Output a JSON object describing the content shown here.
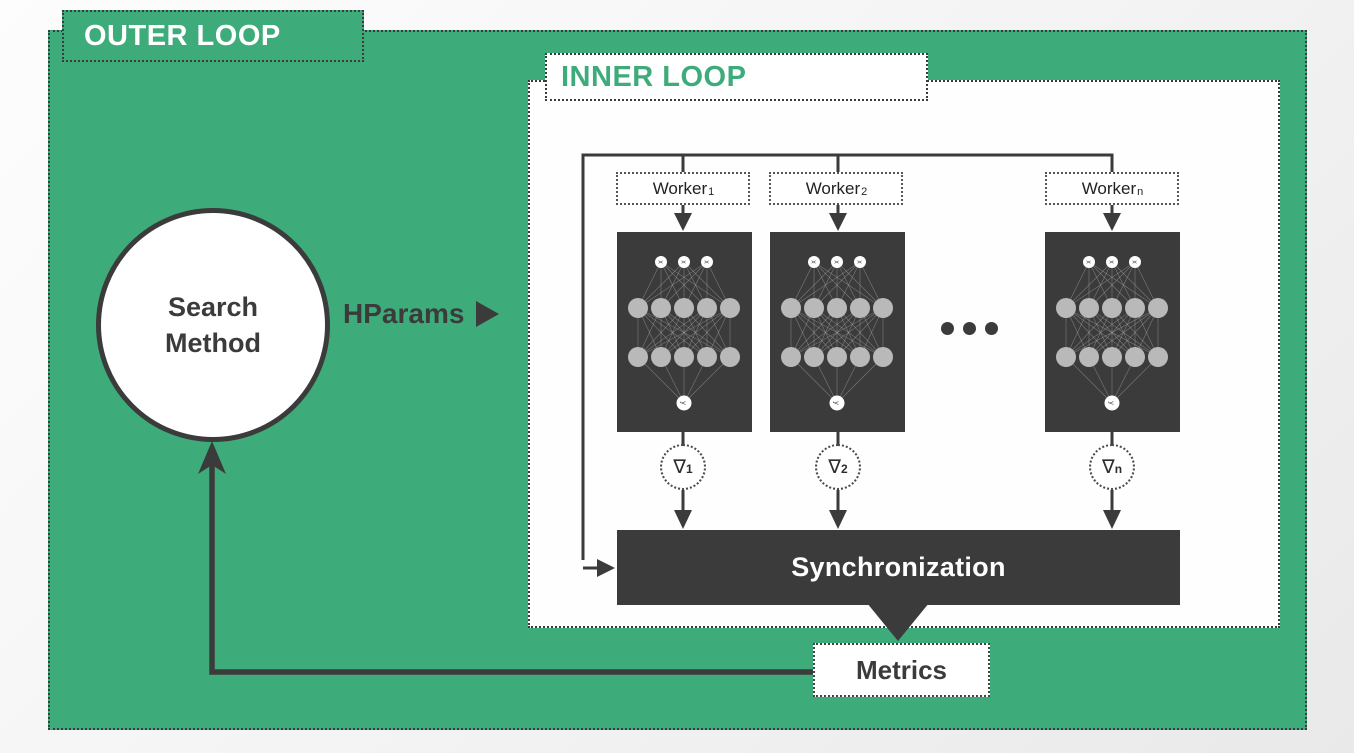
{
  "colors": {
    "green": "#3EAC7A",
    "dark": "#3B3B3B",
    "light_node": "#B9B9B9"
  },
  "outer_loop": {
    "label": "OUTER LOOP"
  },
  "inner_loop": {
    "label": "INNER LOOP"
  },
  "search_method": {
    "line1": "Search",
    "line2": "Method"
  },
  "hparams": {
    "label": "HParams"
  },
  "icons": {
    "hparams_arrow": "right-triangle",
    "ellipsis": "three-dots",
    "sync_output": "down-triangle"
  },
  "workers": [
    {
      "name": "Worker",
      "sub": "1"
    },
    {
      "name": "Worker",
      "sub": "2"
    },
    {
      "name": "Worker",
      "sub": "n"
    }
  ],
  "gradients": [
    {
      "symbol": "∇",
      "sub": "1"
    },
    {
      "symbol": "∇",
      "sub": "2"
    },
    {
      "symbol": "∇",
      "sub": "n"
    }
  ],
  "synchronization": {
    "label": "Synchronization"
  },
  "metrics": {
    "label": "Metrics"
  },
  "network": {
    "layers": [
      3,
      5,
      5,
      1
    ]
  }
}
